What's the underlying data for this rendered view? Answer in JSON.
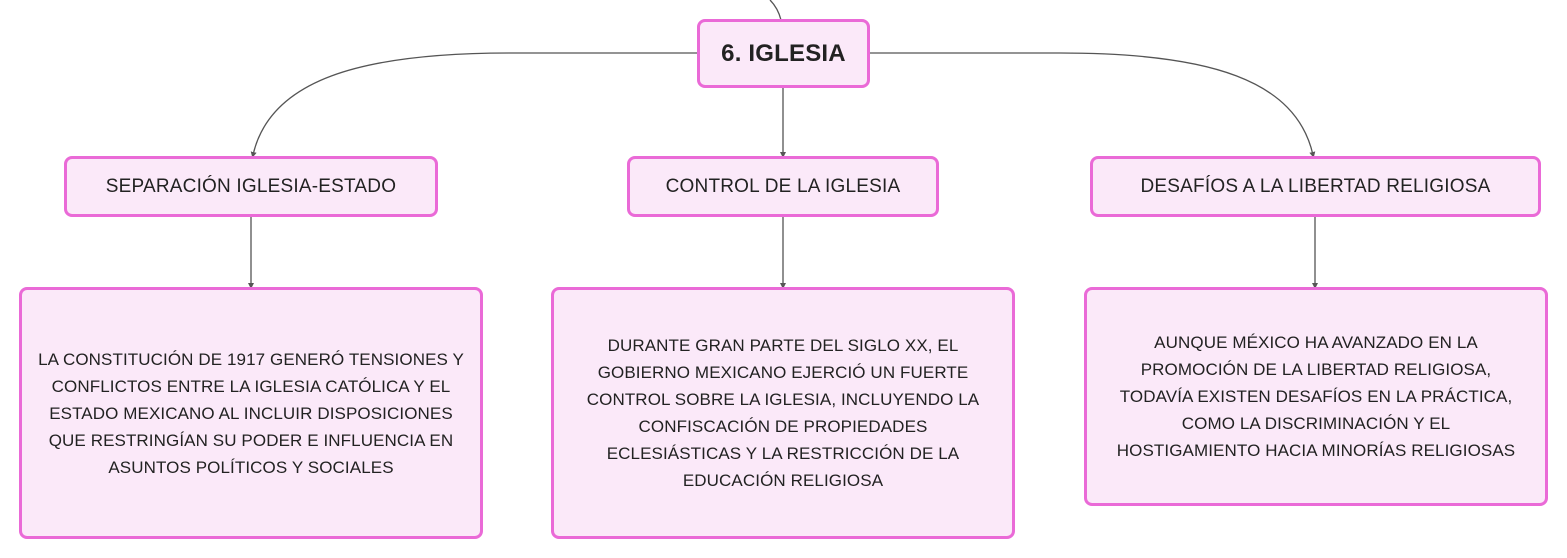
{
  "colors": {
    "node_fill": "#fbe9f9",
    "node_border": "#ea6ad7",
    "connector": "#555555",
    "text": "#222222"
  },
  "root": {
    "label": "6. IGLESIA"
  },
  "branches": [
    {
      "label": "SEPARACIÓN IGLESIA-ESTADO",
      "detail_lines": [
        "LA CONSTITUCIÓN DE 1917 GENERÓ TENSIONES Y",
        "CONFLICTOS ENTRE LA IGLESIA CATÓLICA Y EL",
        "ESTADO MEXICANO AL INCLUIR DISPOSICIONES",
        "QUE RESTRINGÍAN SU PODER E INFLUENCIA EN",
        "ASUNTOS POLÍTICOS Y SOCIALES"
      ]
    },
    {
      "label": "CONTROL DE LA IGLESIA",
      "detail_lines": [
        "DURANTE GRAN PARTE DEL SIGLO XX, EL",
        "GOBIERNO MEXICANO EJERCIÓ UN FUERTE",
        "CONTROL SOBRE LA IGLESIA, INCLUYENDO LA",
        "CONFISCACIÓN DE PROPIEDADES",
        "ECLESIÁSTICAS Y LA RESTRICCIÓN DE LA",
        "EDUCACIÓN RELIGIOSA"
      ]
    },
    {
      "label": "DESAFÍOS A LA LIBERTAD RELIGIOSA",
      "detail_lines": [
        "AUNQUE MÉXICO HA AVANZADO EN LA",
        "PROMOCIÓN DE LA LIBERTAD RELIGIOSA,",
        "TODAVÍA EXISTEN DESAFÍOS EN LA PRÁCTICA,",
        "COMO LA DISCRIMINACIÓN Y EL",
        "HOSTIGAMIENTO HACIA MINORÍAS RELIGIOSAS"
      ]
    }
  ]
}
